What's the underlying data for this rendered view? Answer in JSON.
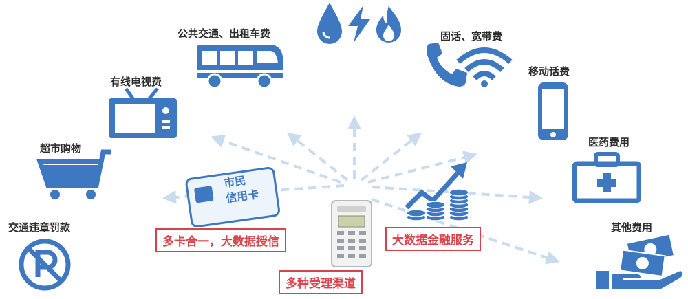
{
  "title": "",
  "colors": {
    "icon_blue": "#3e78c0",
    "arrow_light": "#c9dbee",
    "red_accent": "#d9414b",
    "text_dark": "#2c2c2c"
  },
  "labels": {
    "traffic_fine": "交通违章罚款",
    "supermarket": "超市购物",
    "cable_tv": "有线电视费",
    "transport": "公共交通、出租车费",
    "landline_broadband": "固话、宽带费",
    "mobile": "移动话费",
    "medical": "医药费用",
    "other": "其他费用"
  },
  "card": {
    "line1": "市民",
    "line2": "信用卡"
  },
  "boxes": {
    "multi_card": "多卡合一，大数据授信",
    "finance": "大数据金融服务",
    "channels": "多种受理渠道"
  },
  "icons": [
    "no-parking-icon",
    "shopping-cart-icon",
    "tv-icon",
    "bus-icon",
    "water-drop-icon",
    "electricity-icon",
    "gas-flame-icon",
    "phone-icon",
    "wifi-icon",
    "mobile-phone-icon",
    "medical-kit-icon",
    "money-hand-icon",
    "credit-card-icon",
    "pos-terminal-icon",
    "growth-chart-icon"
  ]
}
